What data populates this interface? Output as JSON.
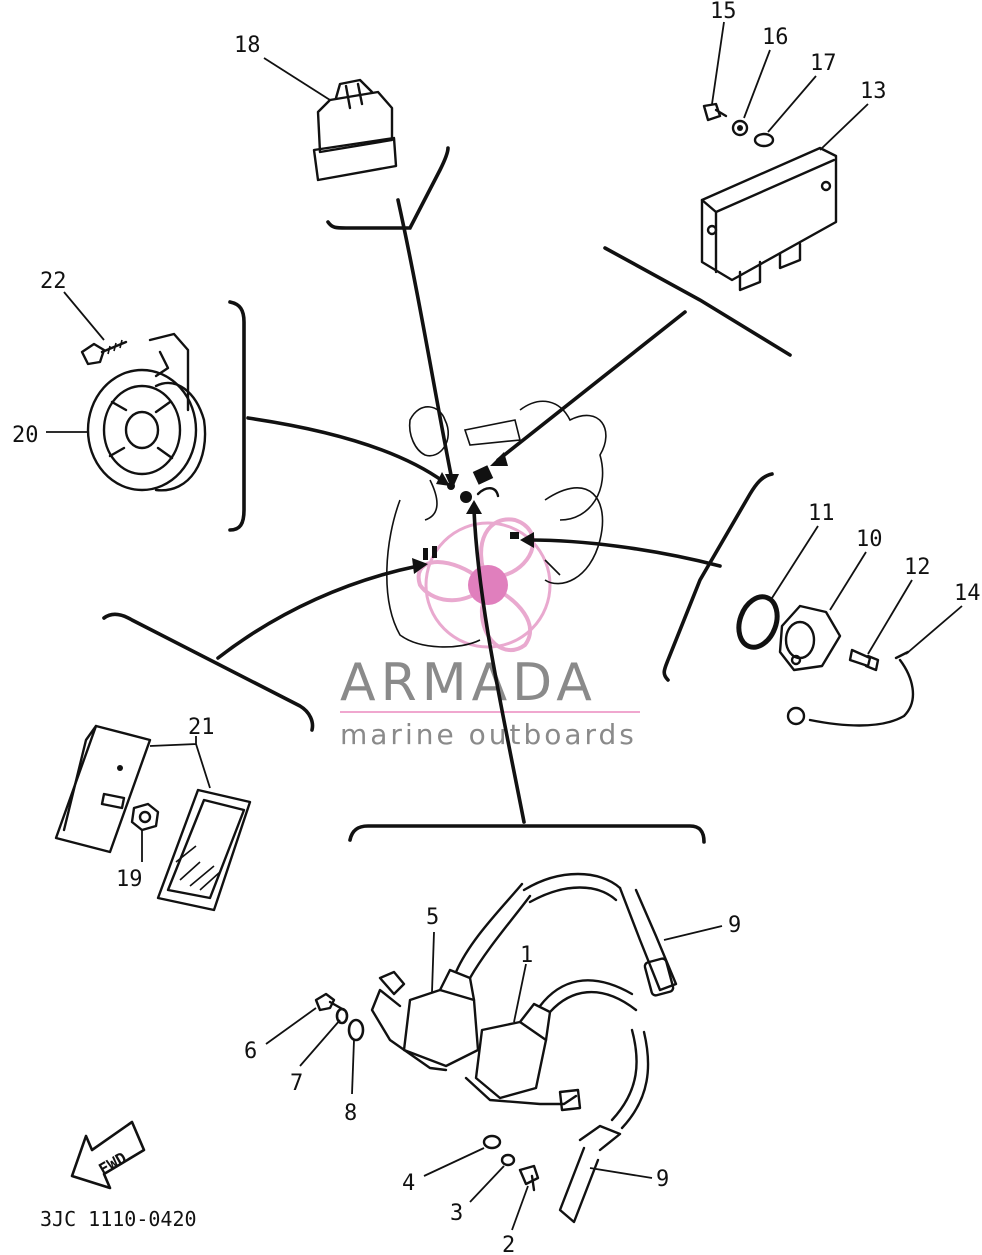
{
  "callouts": [
    "1",
    "2",
    "3",
    "4",
    "5",
    "6",
    "7",
    "8",
    "9",
    "9",
    "10",
    "11",
    "12",
    "13",
    "14",
    "15",
    "16",
    "17",
    "18",
    "19",
    "20",
    "21",
    "22"
  ],
  "watermark": {
    "brand": "ARMADA",
    "tagline": "marine outboards",
    "colors": {
      "text": "#8a8a8a",
      "logo": "#e9a9cf",
      "logo_center": "#e07fbd",
      "rule": "#f0a7cf"
    }
  },
  "direction_arrow": "FWD",
  "diagram_code": "3JC 1110-0420"
}
